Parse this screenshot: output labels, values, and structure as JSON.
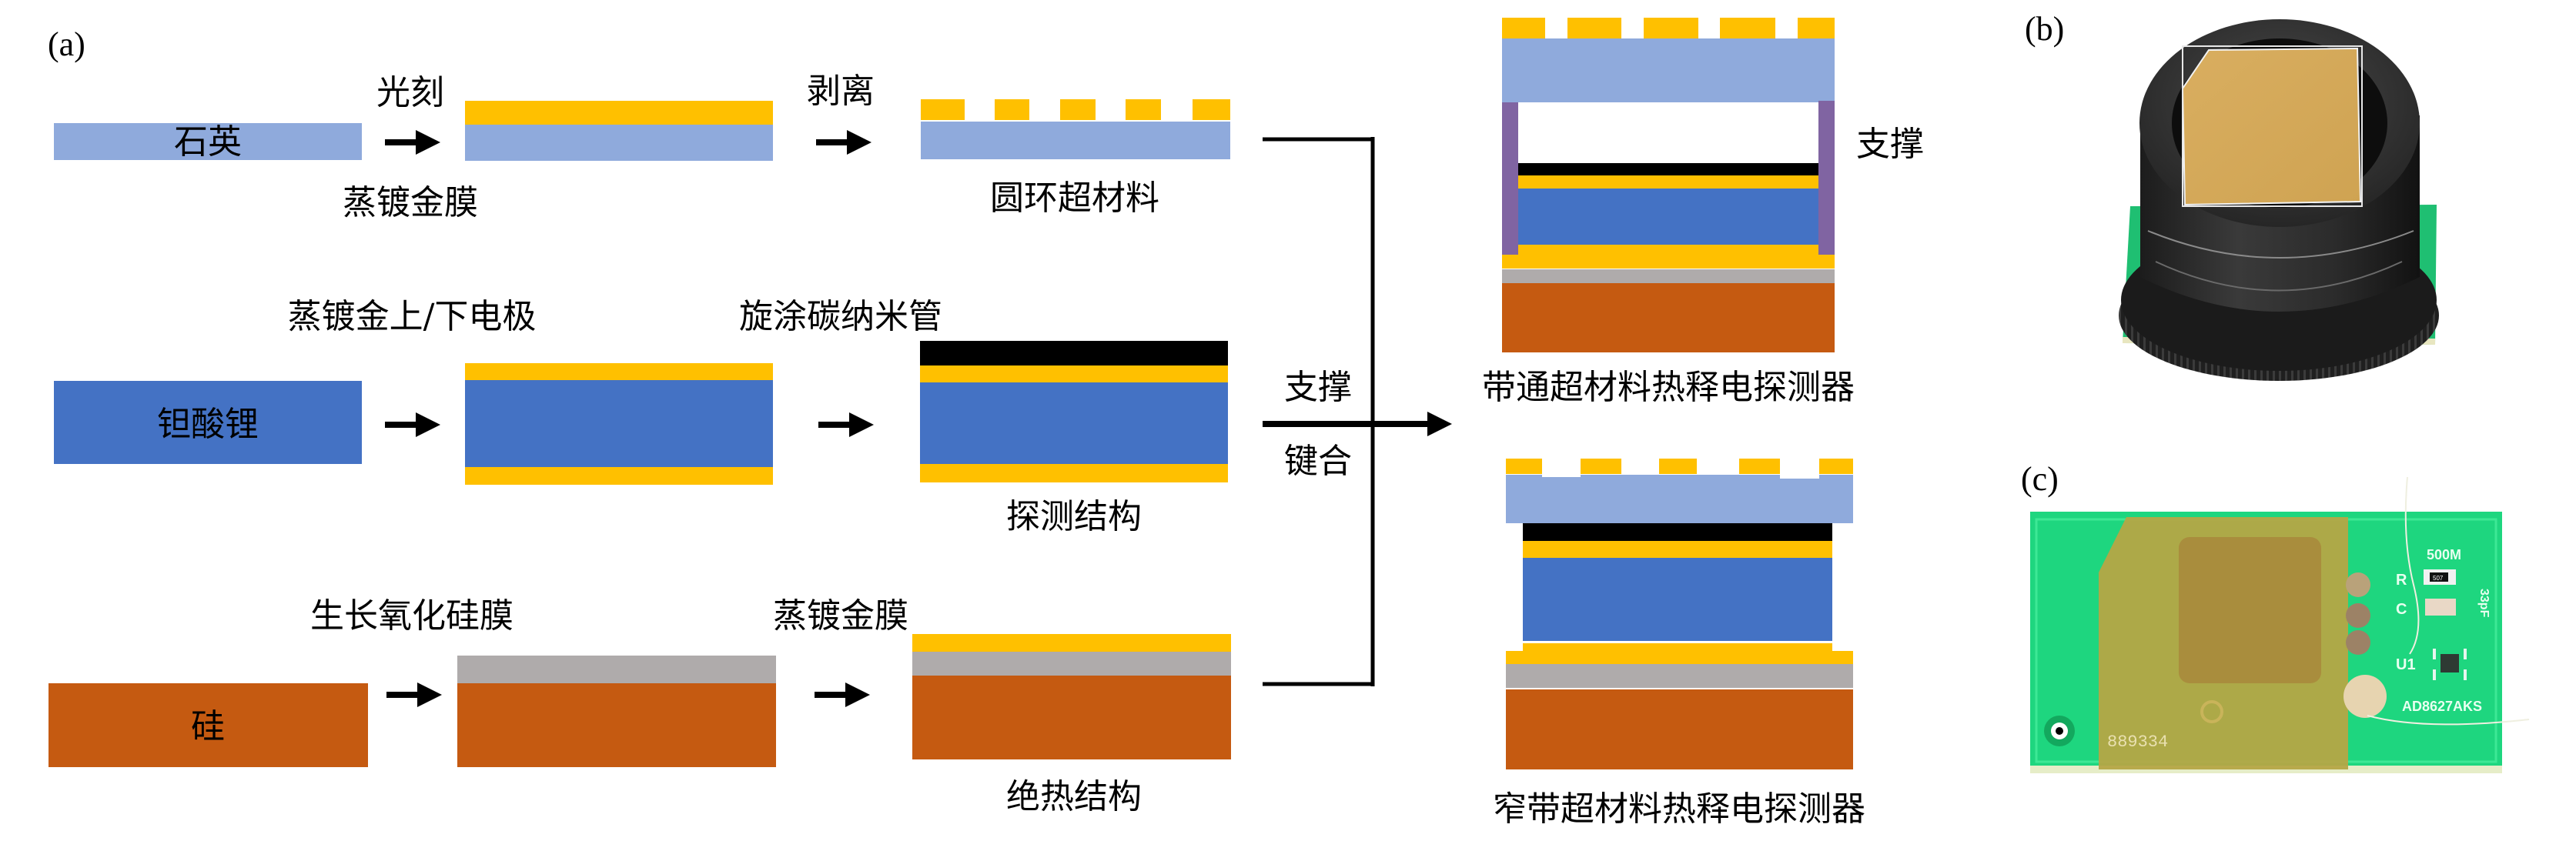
{
  "colors": {
    "quartz": "#8FAADC",
    "gold": "#FFC000",
    "litao3": "#4472C4",
    "cnt": "#000000",
    "sio2": "#AFABAB",
    "silicon": "#C55A11",
    "support": "#8064A2",
    "line": "#000000"
  },
  "panel_a": {
    "label": "(a)",
    "row1": {
      "substrate_label": "石英",
      "step1_top": "光刻",
      "step1_bottom": "蒸镀金膜",
      "step2_top": "剥离",
      "result_label": "圆环超材料"
    },
    "row2": {
      "substrate_label": "钽酸锂",
      "step1_top": "蒸镀金上/下电极",
      "step2_top": "旋涂碳纳米管",
      "result_label": "探测结构"
    },
    "row3": {
      "substrate_label": "硅",
      "step1_top": "生长氧化硅膜",
      "step2_top": "蒸镀金膜",
      "result_label": "绝热结构"
    },
    "merge": {
      "top_label": "支撑",
      "bottom_label": "键合"
    },
    "bandpass": {
      "support_label": "支撑",
      "title": "带通超材料热释电探测器"
    },
    "narrowband": {
      "title": "窄带超材料热释电探测器"
    }
  },
  "panel_b": {
    "label": "(b)"
  },
  "panel_c": {
    "label": "(c)",
    "silkscreen": {
      "resistor_value": "500M",
      "resistor_ref": "R",
      "capacitor_ref": "C",
      "capacitor_value": "33pF",
      "ic_ref": "U1",
      "ic_part": "AD8627AKS",
      "serial": "889334",
      "resistor_marking": "507"
    }
  }
}
